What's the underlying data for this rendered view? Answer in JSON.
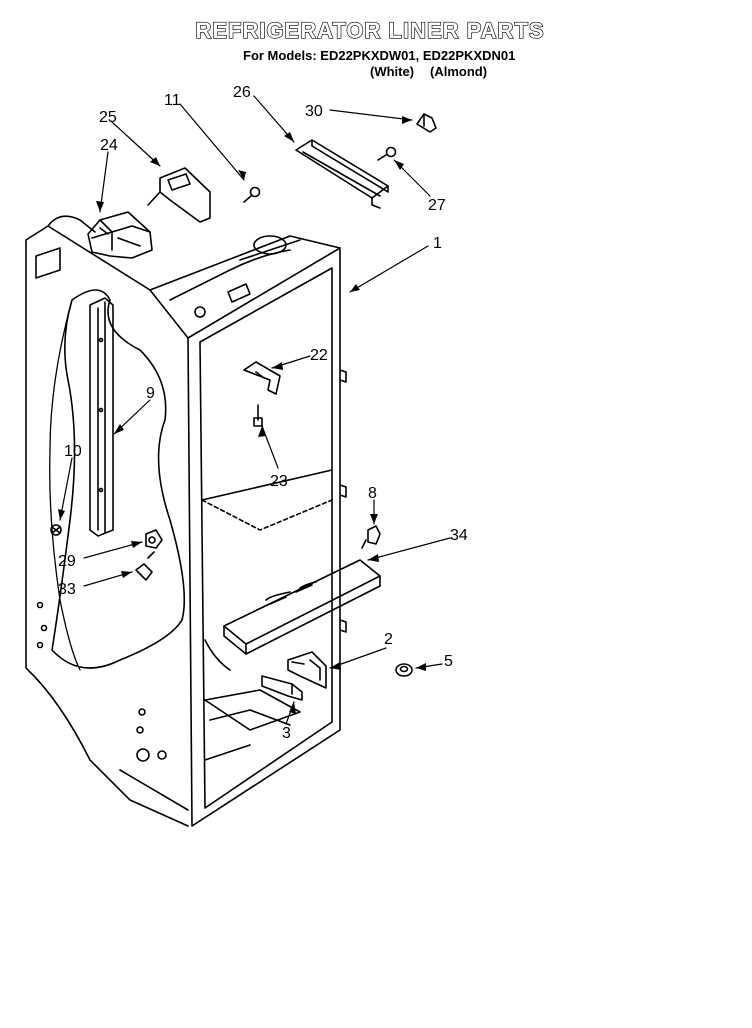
{
  "header": {
    "title": "REFRIGERATOR LINER PARTS",
    "models_line": "For Models: ED22PKXDW01, ED22PKXDN01",
    "variant_white": "(White)",
    "variant_almond": "(Almond)"
  },
  "callouts": {
    "p1": "1",
    "p2": "2",
    "p3": "3",
    "p5": "5",
    "p8": "8",
    "p9": "9",
    "p10": "10",
    "p11": "11",
    "p22": "22",
    "p23": "23",
    "p24": "24",
    "p25": "25",
    "p26": "26",
    "p27": "27",
    "p29": "29",
    "p30": "30",
    "p33": "33",
    "p34": "34"
  }
}
